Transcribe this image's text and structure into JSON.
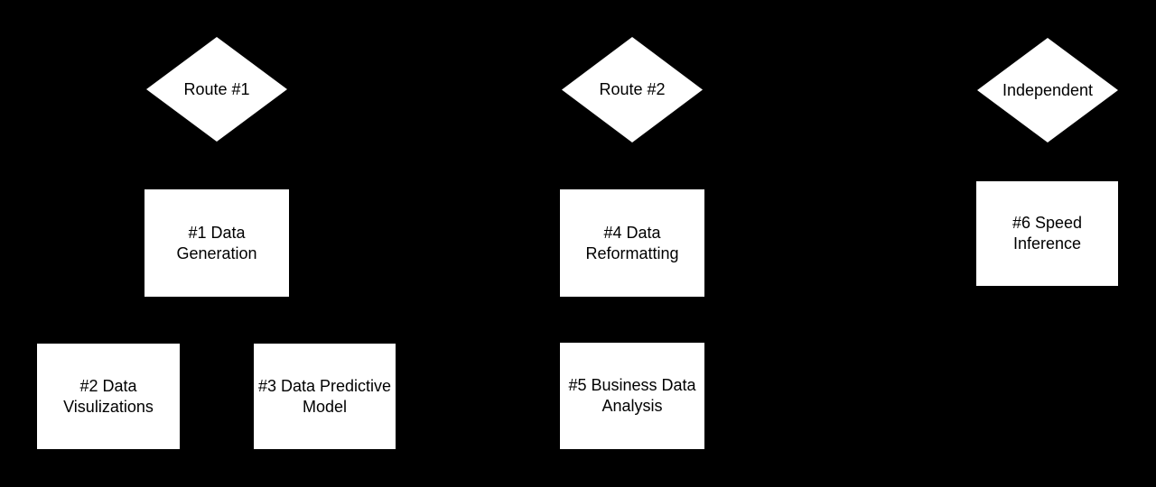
{
  "diagram": {
    "colors": {
      "background": "#000000",
      "shape_fill": "#ffffff",
      "text": "#000000"
    },
    "diamonds": [
      {
        "label": "Route #1"
      },
      {
        "label": "Route #2"
      },
      {
        "label": "Independent"
      }
    ],
    "boxes": [
      {
        "label": "#1 Data Generation",
        "lines": [
          "#1 Data",
          "Generation"
        ]
      },
      {
        "label": "#2 Data Visulizations",
        "lines": [
          "#2 Data",
          "Visulizations"
        ]
      },
      {
        "label": "#3 Data Predictive Model",
        "lines": [
          "#3 Data Predictive",
          "Model"
        ]
      },
      {
        "label": "#4 Data Reformatting",
        "lines": [
          "#4 Data",
          "Reformatting"
        ]
      },
      {
        "label": "#5 Business Data Analysis",
        "lines": [
          "#5 Business Data",
          "Analysis"
        ]
      },
      {
        "label": "#6 Speed Inference",
        "lines": [
          "#6 Speed",
          "Inference"
        ]
      }
    ]
  }
}
